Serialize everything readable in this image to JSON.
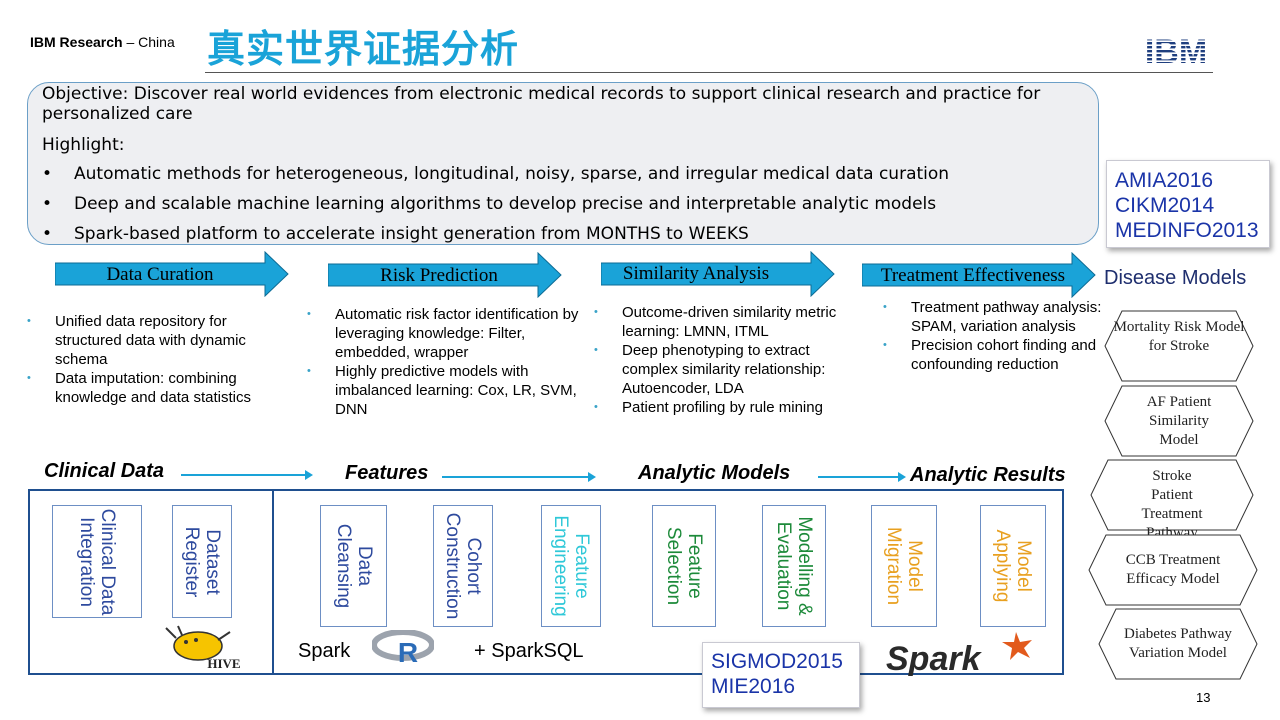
{
  "header": {
    "brand": "IBM Research",
    "brand_suffix": "– China",
    "title": "真实世界证据分析",
    "logo": "IBM"
  },
  "objective": {
    "text": "Objective: Discover real world evidences from electronic medical records to support clinical research and practice for personalized care",
    "highlight_label": "Highlight:",
    "bullets": [
      "Automatic methods for heterogeneous, longitudinal, noisy, sparse, and irregular medical data curation",
      "Deep and scalable machine learning algorithms to develop precise and interpretable analytic models",
      "Spark-based platform to accelerate insight generation from MONTHS to WEEKS"
    ]
  },
  "publications_top": [
    "AMIA2016",
    "CIKM2014",
    "MEDINFO2013"
  ],
  "stages": [
    {
      "label": "Data Curation",
      "bullets": [
        "Unified data repository for structured data with dynamic schema",
        "Data imputation: combining knowledge and data statistics"
      ]
    },
    {
      "label": "Risk Prediction",
      "bullets": [
        "Automatic risk factor identification by leveraging knowledge: Filter, embedded, wrapper",
        "Highly predictive models with imbalanced learning: Cox, LR, SVM, DNN"
      ]
    },
    {
      "label": "Similarity Analysis",
      "bullets": [
        "Outcome-driven similarity metric learning: LMNN, ITML",
        "Deep phenotyping to extract complex similarity relationship: Autoencoder, LDA",
        "Patient profiling by rule mining"
      ]
    },
    {
      "label": "Treatment Effectiveness",
      "bullets": [
        "Treatment pathway analysis: SPAM, variation analysis",
        "Precision cohort finding and confounding reduction"
      ]
    }
  ],
  "disease_models": {
    "title": "Disease Models",
    "items": [
      "Mortality Risk Model for Stroke",
      "AF Patient Similarity Model",
      "Stroke Patient Treatment Pathway",
      "CCB Treatment Efficacy Model",
      "Diabetes Pathway Variation Model"
    ]
  },
  "pipeline": {
    "labels": [
      "Clinical Data",
      "Features",
      "Analytic Models",
      "Analytic Results"
    ],
    "boxes": [
      {
        "text": "Clinical Data Integration",
        "color": "#2e4a9e"
      },
      {
        "text": "Dataset Register",
        "color": "#2e4a9e"
      },
      {
        "text": "Data Cleansing",
        "color": "#2e4a9e"
      },
      {
        "text": "Cohort Construction",
        "color": "#2e4a9e"
      },
      {
        "text": "Feature Engineering",
        "color": "#2fc8d8"
      },
      {
        "text": "Feature Selection",
        "color": "#1d8a3a"
      },
      {
        "text": "Modelling & Evaluation",
        "color": "#1d8a3a"
      },
      {
        "text": "Model Migration",
        "color": "#e8a020"
      },
      {
        "text": "Model Applying",
        "color": "#e8a020"
      }
    ],
    "logos": {
      "hive": "HIVE",
      "spark_text": "Spark",
      "r": "R",
      "sparksql": "+ SparkSQL",
      "spark_logo": "Spark"
    }
  },
  "publications_bottom": [
    "SIGMOD2015",
    "MIE2016"
  ],
  "page_number": "13",
  "colors": {
    "accent": "#1aa3d8",
    "frame": "#1f4f8f",
    "pub_text": "#1a34a8"
  }
}
